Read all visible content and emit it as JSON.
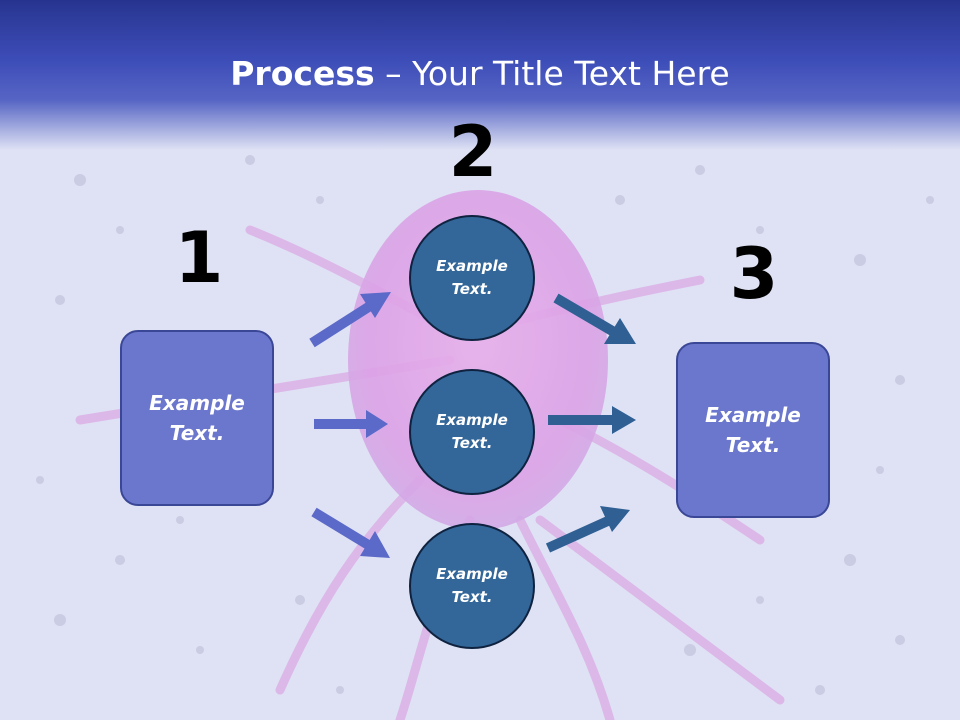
{
  "title": {
    "bold": "Process",
    "rest": " – Your Title Text Here"
  },
  "steps": [
    {
      "number": "1",
      "text": "Example Text."
    },
    {
      "number": "2",
      "items": [
        "Example Text.",
        "Example Text.",
        "Example Text."
      ]
    },
    {
      "number": "3",
      "text": "Example Text."
    }
  ],
  "colors": {
    "header": "#3d4db8",
    "box_fill": "#6b77cc",
    "circle_fill": "#336699",
    "left_arrows": "#5b69c8",
    "right_arrows": "#2f5f93"
  }
}
